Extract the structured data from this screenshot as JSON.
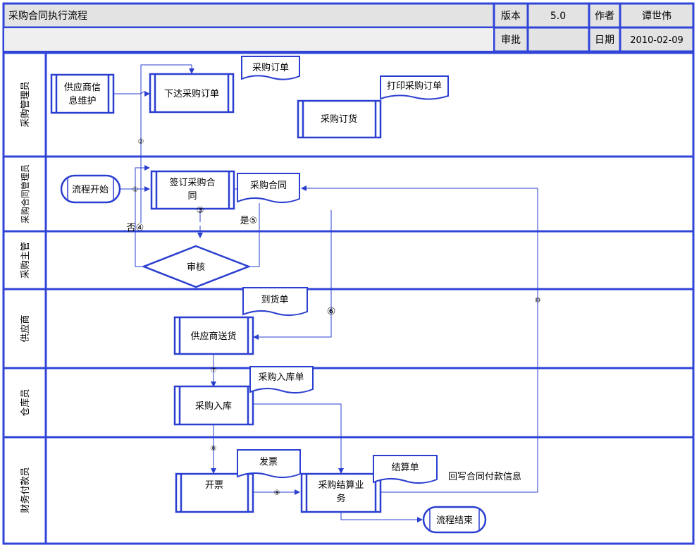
{
  "header": {
    "title": "采购合同执行流程",
    "version_label": "版本",
    "version_value": "5.0",
    "author_label": "作者",
    "author_value": "谭世伟",
    "approve_label": "审批",
    "approve_value": "",
    "date_label": "日期",
    "date_value": "2010-02-09"
  },
  "lanes": [
    {
      "label": "采购管理员"
    },
    {
      "label": "采购合同管理员"
    },
    {
      "label": "采购主管"
    },
    {
      "label": "供应商"
    },
    {
      "label": "仓库员"
    },
    {
      "label": "财务付款员"
    }
  ],
  "nodes": {
    "supplier_info": [
      "供应商信",
      "息维护"
    ],
    "issue_po": "下达采购订单",
    "po_order": "采购订货",
    "start": "流程开始",
    "sign_contract": [
      "签订采购合",
      "同"
    ],
    "review": "审核",
    "supplier_deliver": "供应商送货",
    "inbound": "采购入库",
    "invoice": "开票",
    "settle": [
      "采购结算业",
      "务"
    ],
    "end": "流程结束"
  },
  "documents": {
    "po_doc": "采购订单",
    "print_po": "打印采购订单",
    "contract_doc": "采购合同",
    "arrival_doc": "到货单",
    "inbound_doc": "采购入库单",
    "invoice_doc": "发票",
    "settle_doc": "结算单"
  },
  "labels": {
    "n1": "①",
    "n2": "②",
    "n3": "③",
    "no4": "否④",
    "yes5": "是⑤",
    "n6": "⑥",
    "n7": "⑦",
    "n8": "⑧",
    "n9": "⑨",
    "n10": "⑩",
    "writeback": "回写合同付款信息"
  },
  "colors": {
    "line": "#2a3fd0",
    "lane_border": "#3044d8",
    "header_fill": "#e3e3e3"
  }
}
